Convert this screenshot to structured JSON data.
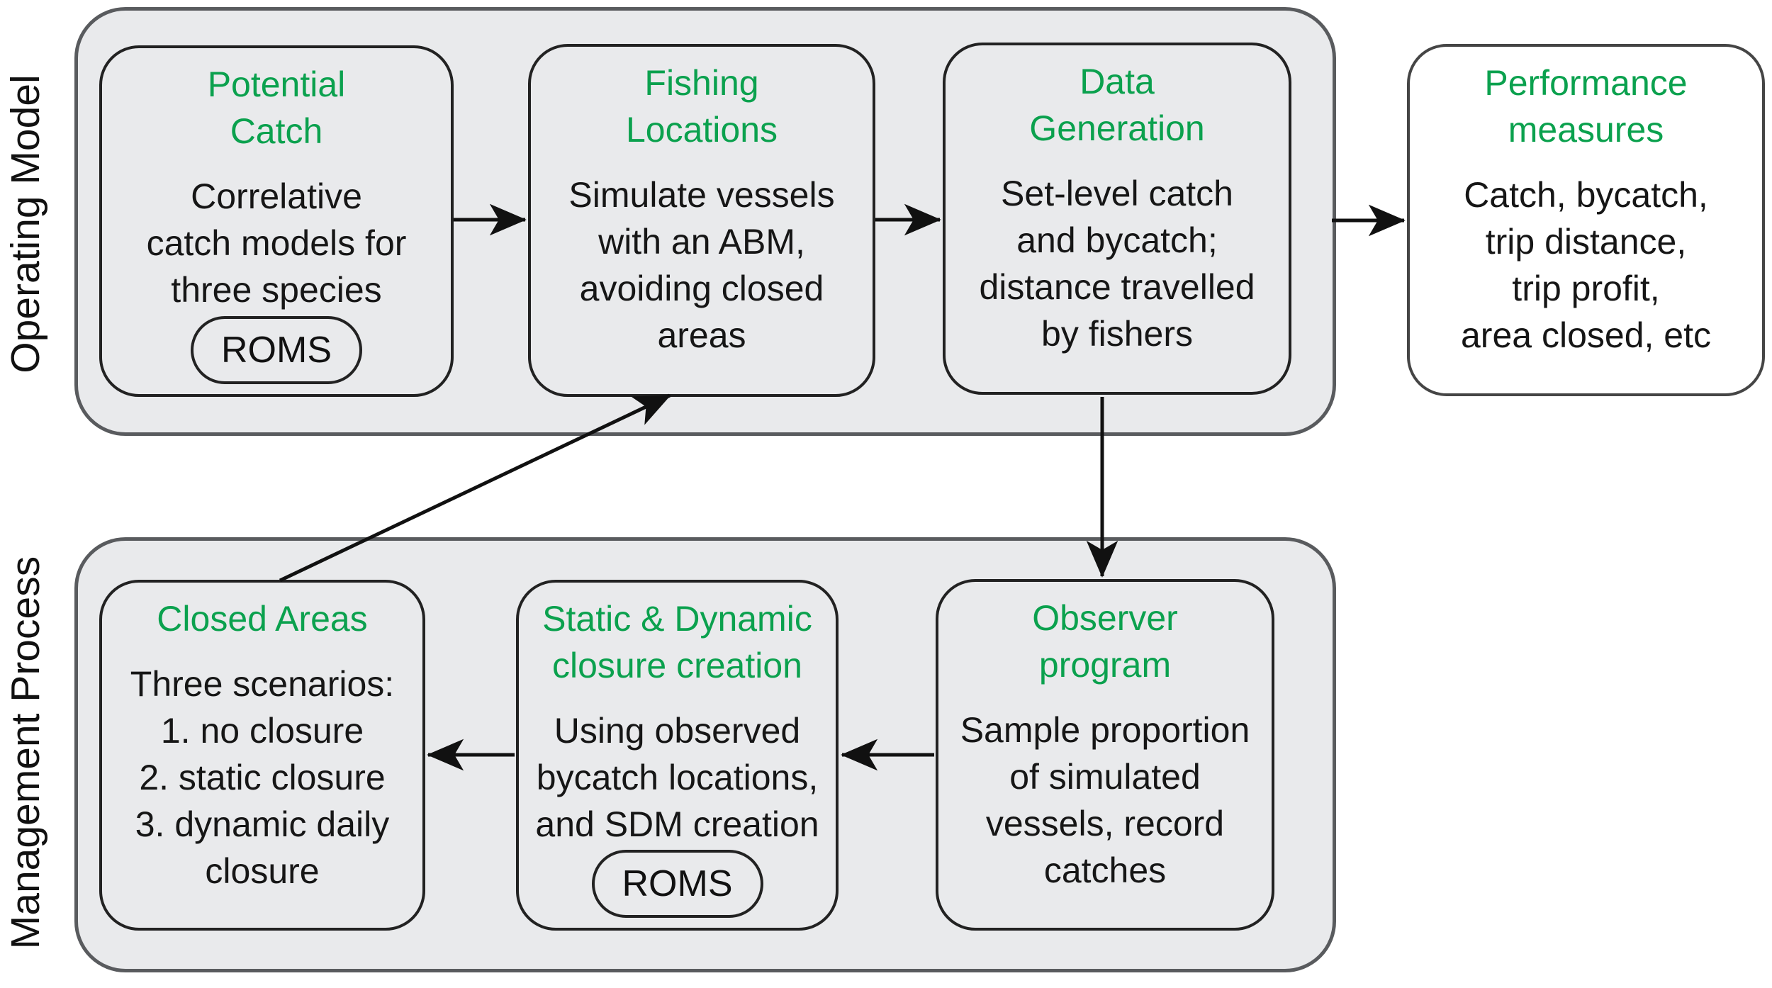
{
  "side_labels": {
    "operating_model": "Operating Model",
    "management_process": "Management Process"
  },
  "boxes": {
    "potential_catch": {
      "title": "Potential\nCatch",
      "body": "Correlative\ncatch models for\nthree species",
      "tag": "ROMS"
    },
    "fishing_locations": {
      "title": "Fishing\nLocations",
      "body": "Simulate vessels\nwith an ABM,\navoiding closed\nareas"
    },
    "data_generation": {
      "title": "Data\nGeneration",
      "body": "Set-level catch\nand bycatch;\ndistance travelled\nby fishers"
    },
    "performance_measures": {
      "title": "Performance\nmeasures",
      "body": "Catch, bycatch,\ntrip distance,\ntrip profit,\narea closed, etc"
    },
    "closed_areas": {
      "title": "Closed Areas",
      "body": "Three scenarios:\n1. no closure\n2. static closure\n3. dynamic daily\nclosure"
    },
    "closure_creation": {
      "title": "Static & Dynamic\nclosure creation",
      "body": "Using observed\nbycatch locations,\nand SDM creation",
      "tag": "ROMS"
    },
    "observer_program": {
      "title": "Observer\nprogram",
      "body": "Sample proportion\nof simulated\nvessels, record\ncatches"
    }
  },
  "colors": {
    "title_green": "#0ba14e",
    "panel_fill": "#e9eaec",
    "panel_border": "#595b5e",
    "box_border": "#222222",
    "arrow_black": "#111111",
    "text_black": "#161616"
  }
}
